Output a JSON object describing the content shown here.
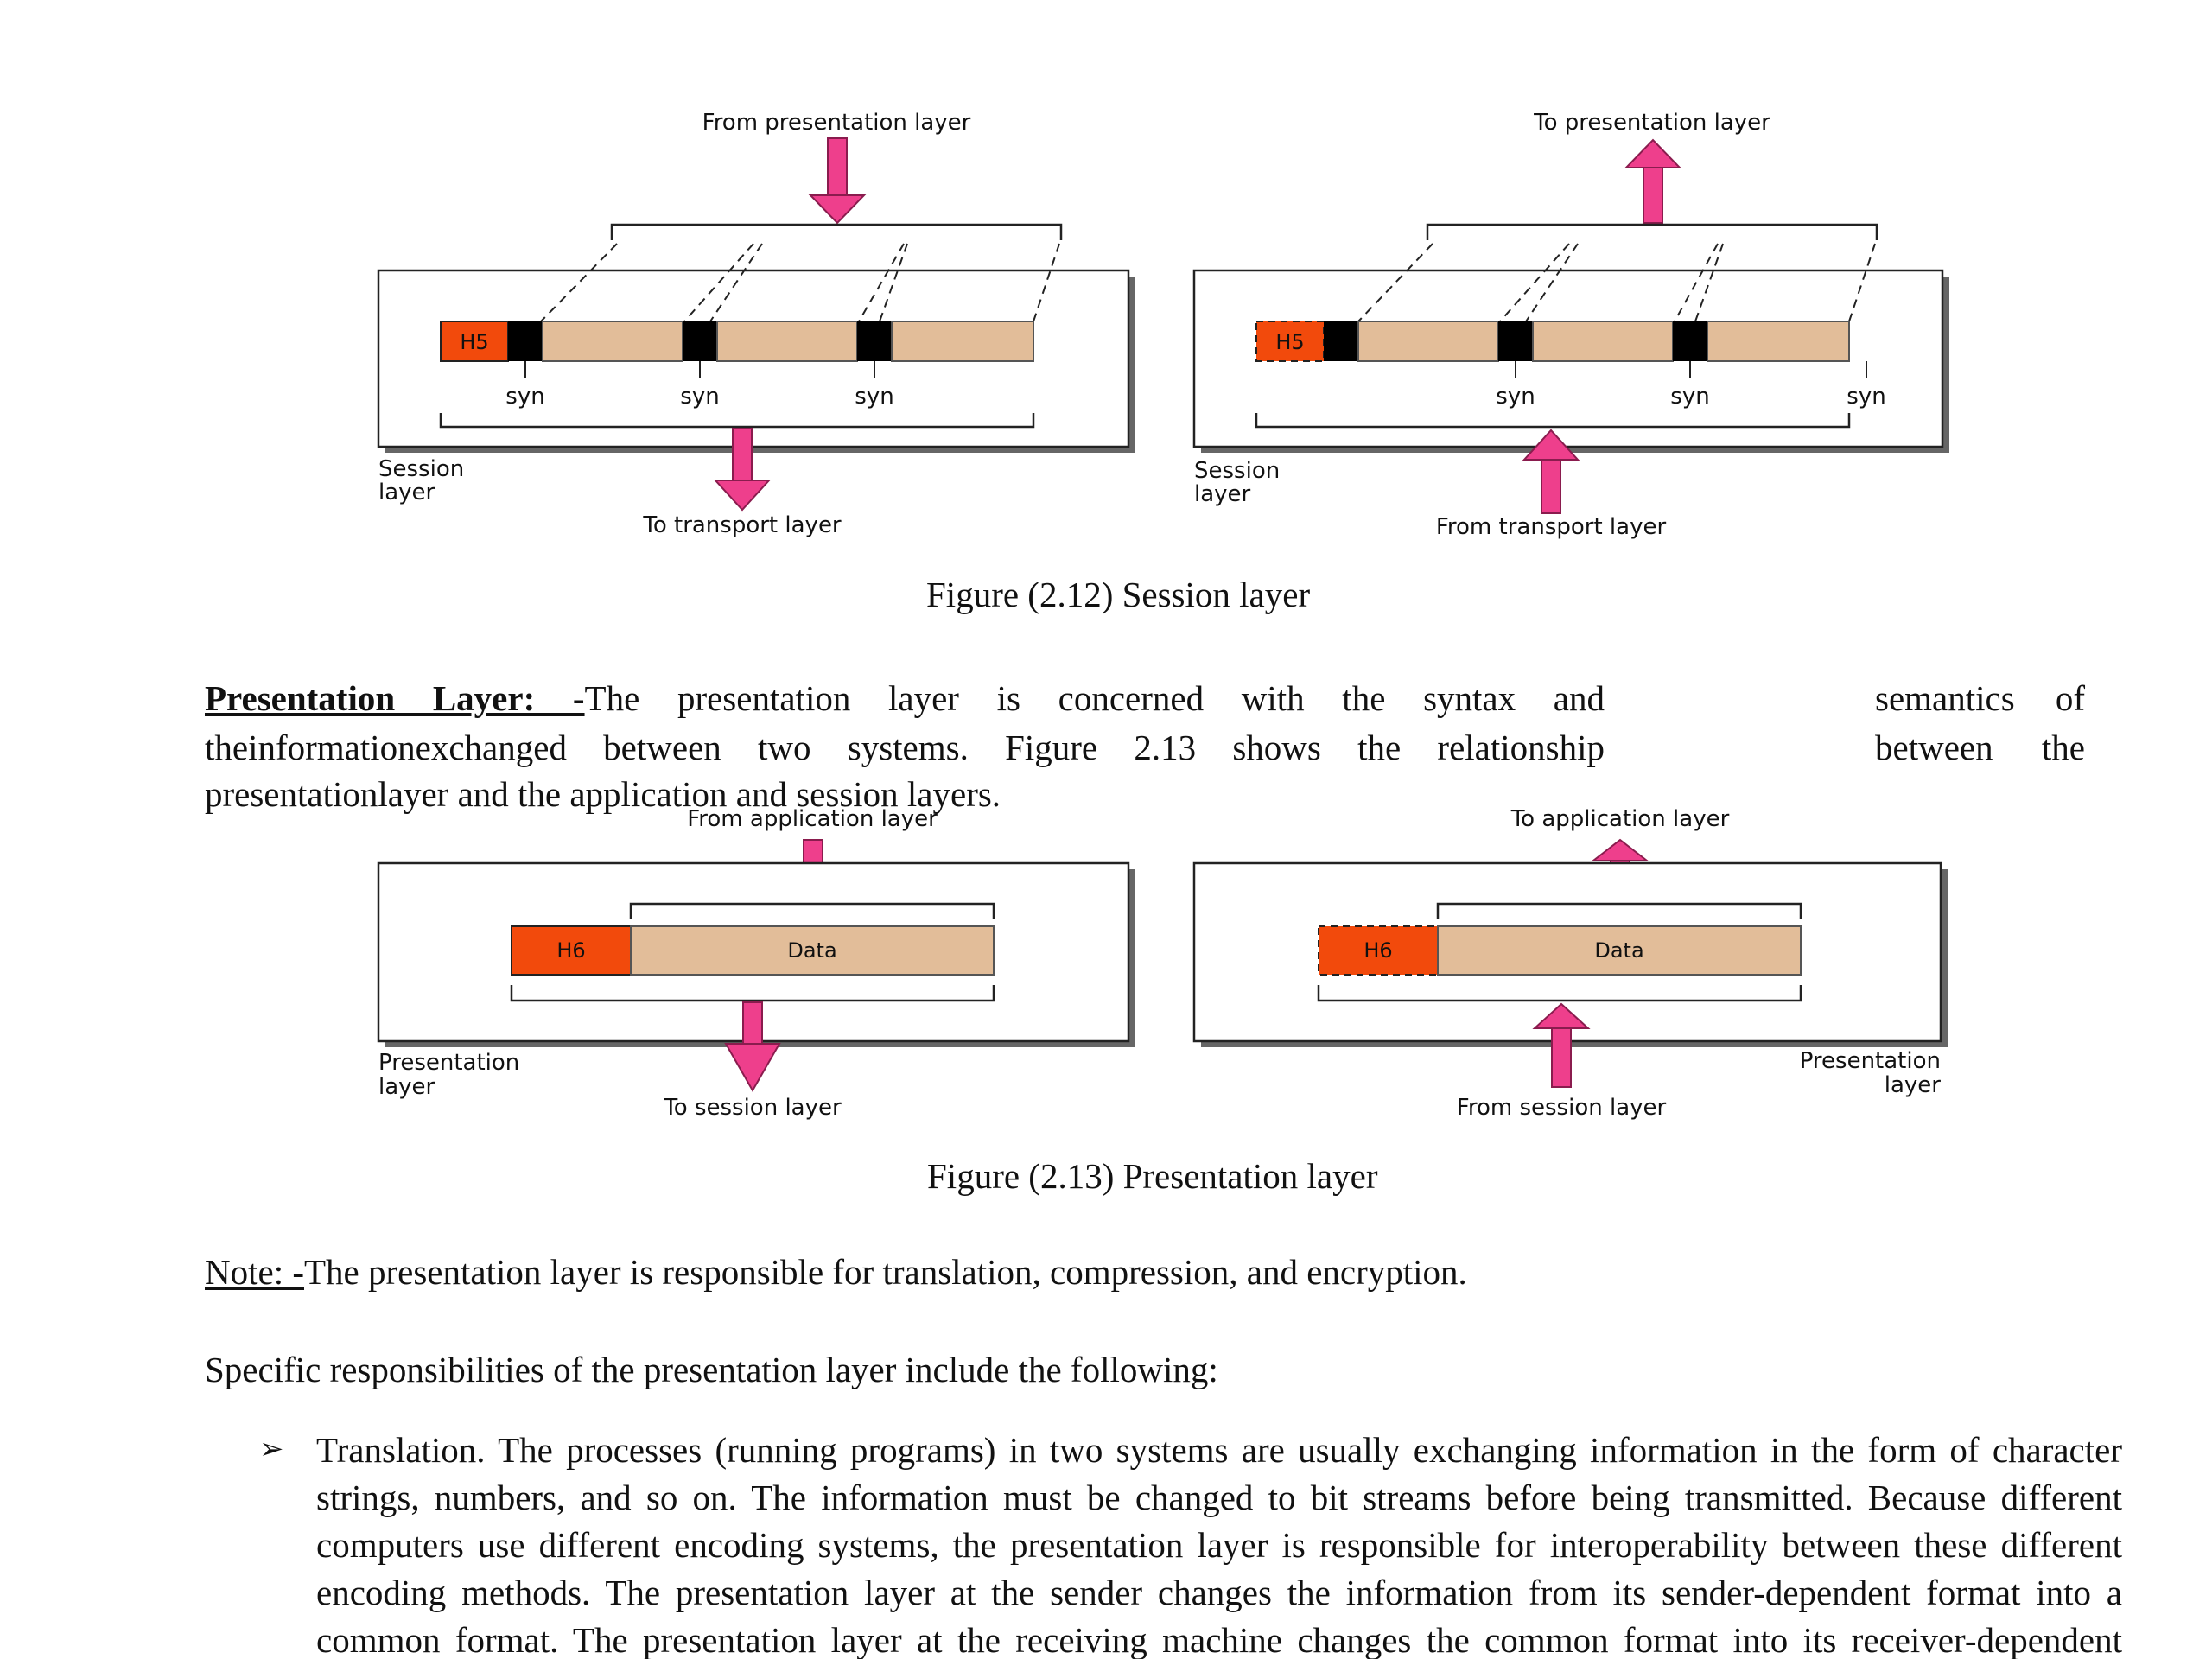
{
  "figure_2_12": {
    "left": {
      "top_label": "From presentation layer",
      "bottom_label": "To transport layer",
      "header": "H5",
      "syn_labels": [
        "syn",
        "syn",
        "syn"
      ],
      "layer_label_line1": "Session",
      "layer_label_line2": "layer"
    },
    "right": {
      "top_label": "To presentation layer",
      "bottom_label": "From transport layer",
      "header": "H5",
      "syn_labels": [
        "syn",
        "syn",
        "syn"
      ],
      "layer_label_line1": "Session",
      "layer_label_line2": "layer"
    },
    "caption": "Figure (2.12) Session layer"
  },
  "presentation_paragraph": {
    "heading": "Presentation Layer: -",
    "line1": "The presentation layer is concerned with the syntax and",
    "line1_end": "semantics of",
    "line2": "theinformationexchanged between two systems. Figure 2.13 shows the relationship",
    "line2_end": "between the",
    "line3": "presentationlayer and the application and session layers."
  },
  "figure_2_13": {
    "left": {
      "top_label": "From application layer",
      "bottom_label": "To session layer",
      "header": "H6",
      "data_label": "Data",
      "layer_label_line1": "Presentation",
      "layer_label_line2": "layer"
    },
    "right": {
      "top_label": "To application layer",
      "bottom_label": "From session layer",
      "header": "H6",
      "data_label": "Data",
      "layer_label_line1": "Presentation",
      "layer_label_line2": "layer"
    },
    "caption": "Figure (2.13) Presentation layer"
  },
  "note": {
    "prefix": "Note: -",
    "text": "The presentation layer is responsible for translation, compression, and encryption."
  },
  "responsibilities_intro": "Specific responsibilities of the presentation layer include the following:",
  "bullet_translation": {
    "marker": "➢",
    "lines": [
      "Translation. The processes (running programs) in two systems are usually exchanging information in the form of character",
      "strings, numbers, and so on. The information must be changed to bit streams before being transmitted. Because different",
      "computers use different encoding systems, the presentation layer is responsible for interoperability between these different",
      "encoding methods. The presentation layer at the sender changes the information from its sender-dependent format into a",
      "common format. The presentation layer at the receiving machine changes the common format into its receiver-dependent"
    ]
  },
  "colors": {
    "header_red": "#f24a0c",
    "data_tan": "#e2bd99",
    "arrow_pink": "#ee3f8c",
    "syn_black": "#000000"
  }
}
